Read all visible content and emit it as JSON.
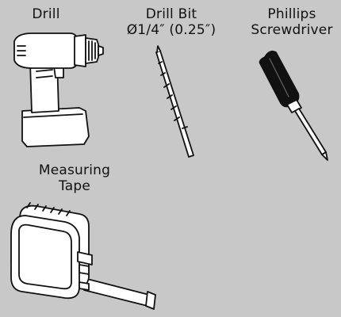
{
  "tools": {
    "drill": {
      "label": "Drill"
    },
    "drill_bit": {
      "label_line1": "Drill Bit",
      "label_line2": "Ø1/4″ (0.25″)"
    },
    "screwdriver": {
      "label_line1": "Phillips",
      "label_line2": "Screwdriver"
    },
    "tape": {
      "label_line1": "Measuring",
      "label_line2": "Tape"
    }
  },
  "colors": {
    "background": "#c8c8c8",
    "tool_fill": "#ffffff",
    "tool_outline": "#111111",
    "screwdriver_handle": "#111111"
  }
}
